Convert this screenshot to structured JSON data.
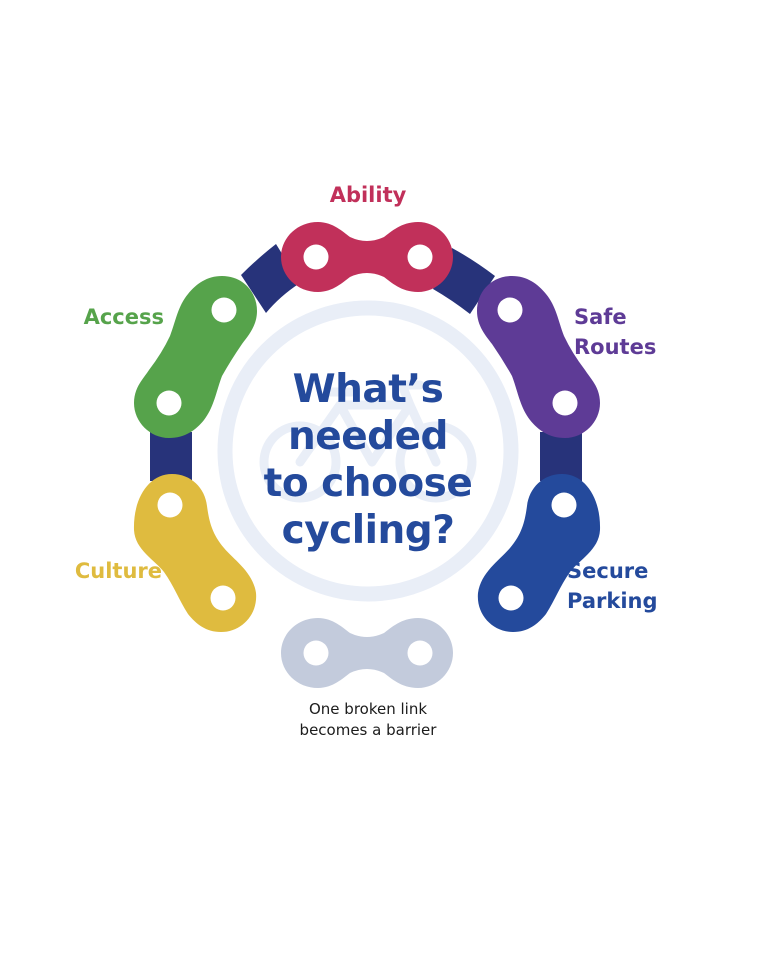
{
  "title": {
    "lines": [
      "What’s",
      "needed",
      "to choose",
      "cycling?"
    ]
  },
  "caption": {
    "lines": [
      "One broken link",
      "becomes a barrier"
    ]
  },
  "links": [
    {
      "key": "ability",
      "lines": [
        "Ability"
      ],
      "color": "#c1305a"
    },
    {
      "key": "safe-routes",
      "lines": [
        "Safe",
        "Routes"
      ],
      "color": "#5e3b96"
    },
    {
      "key": "secure-parking",
      "lines": [
        "Secure",
        "Parking"
      ],
      "color": "#244a9c"
    },
    {
      "key": "access",
      "lines": [
        "Access"
      ],
      "color": "#56a34b"
    },
    {
      "key": "culture",
      "lines": [
        "Culture"
      ],
      "color": "#dfbb3f"
    }
  ],
  "colors": {
    "title": "#244a9c",
    "connector": "#27337a",
    "broken_link": "#c3cbdc",
    "ring": "#e9eef7",
    "hole": "#ffffff"
  },
  "icons": [
    "bicycle-icon"
  ]
}
